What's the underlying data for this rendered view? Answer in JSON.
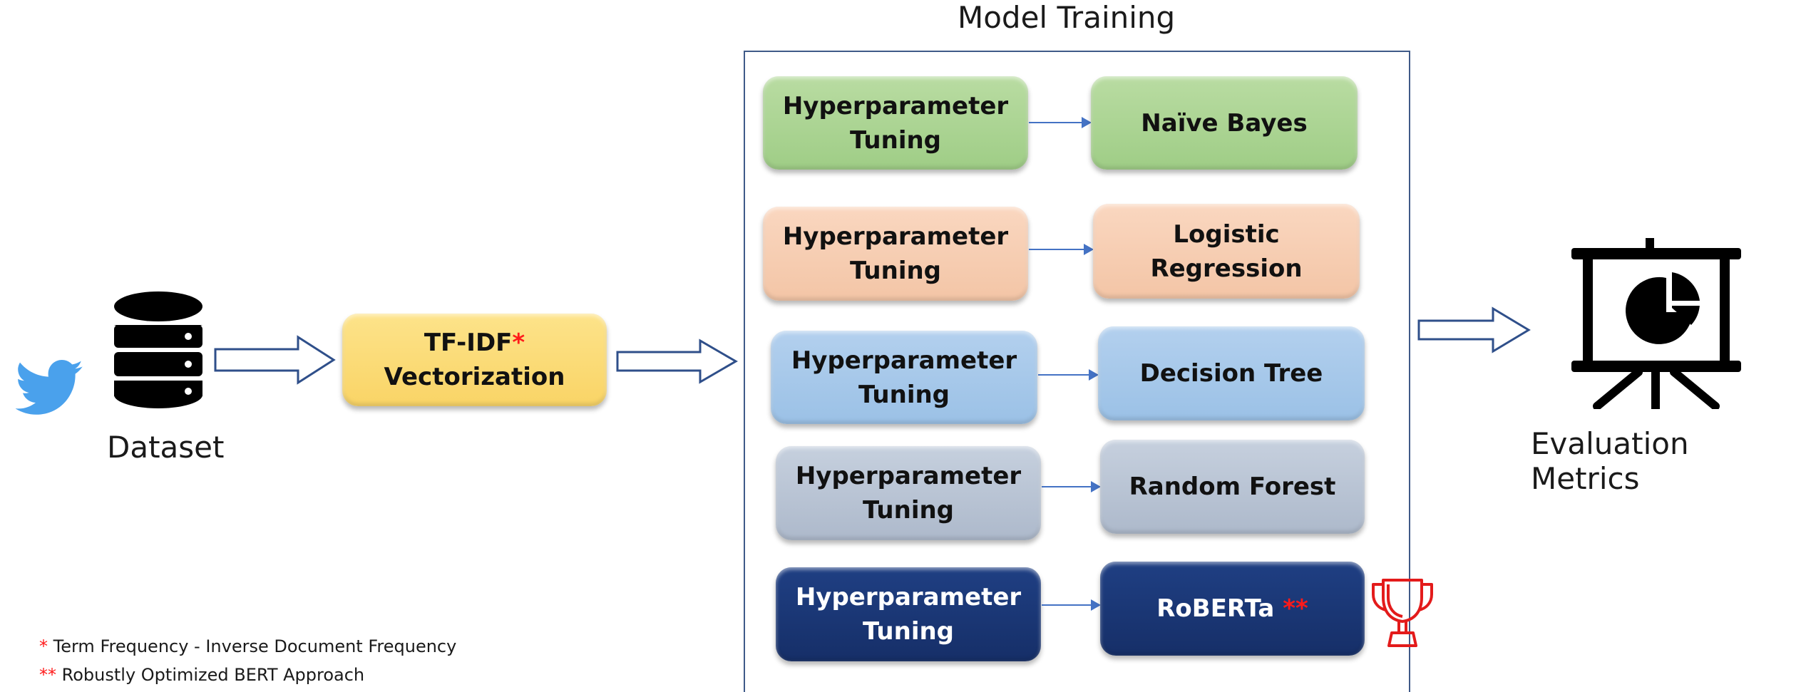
{
  "colors": {
    "frame_border": "#3f5a88",
    "connector": "#4472c4",
    "highlight_star": "#ff1a1a",
    "twitter_blue": "#4aa1ec",
    "trophy_red": "#e31b1b",
    "green": "#a9d28f",
    "orange": "#f6cbb0",
    "light_blue": "#a6c8ea",
    "grey_blue": "#b7c2d3",
    "navy": "#1a3573",
    "yellow": "#fbd86f"
  },
  "dataset": {
    "label": "Dataset",
    "icons": [
      "twitter-bird-icon",
      "database-icon"
    ]
  },
  "vectorization": {
    "line1": "TF-IDF",
    "star": "*",
    "line2": "Vectorization"
  },
  "model_training": {
    "title": "Model Training",
    "rows": [
      {
        "tuning": "Hyperparameter\nTuning",
        "model": "Naïve Bayes",
        "color": "green"
      },
      {
        "tuning": "Hyperparameter\nTuning",
        "model": "Logistic Regression",
        "color": "orange"
      },
      {
        "tuning": "Hyperparameter\nTuning",
        "model": "Decision Tree",
        "color": "light_blue"
      },
      {
        "tuning": "Hyperparameter\nTuning",
        "model": "Random Forest",
        "color": "grey_blue"
      },
      {
        "tuning": "Hyperparameter\nTuning",
        "model": "RoBERTa",
        "star": "**",
        "color": "navy"
      }
    ],
    "winner_icon": "trophy-icon"
  },
  "evaluation": {
    "label": "Evaluation Metrics",
    "icon": "presentation-pie-chart-icon"
  },
  "footnotes": [
    {
      "mark": "*",
      "text": "Term Frequency - Inverse Document Frequency"
    },
    {
      "mark": "**",
      "text": "Robustly Optimized BERT Approach"
    }
  ]
}
